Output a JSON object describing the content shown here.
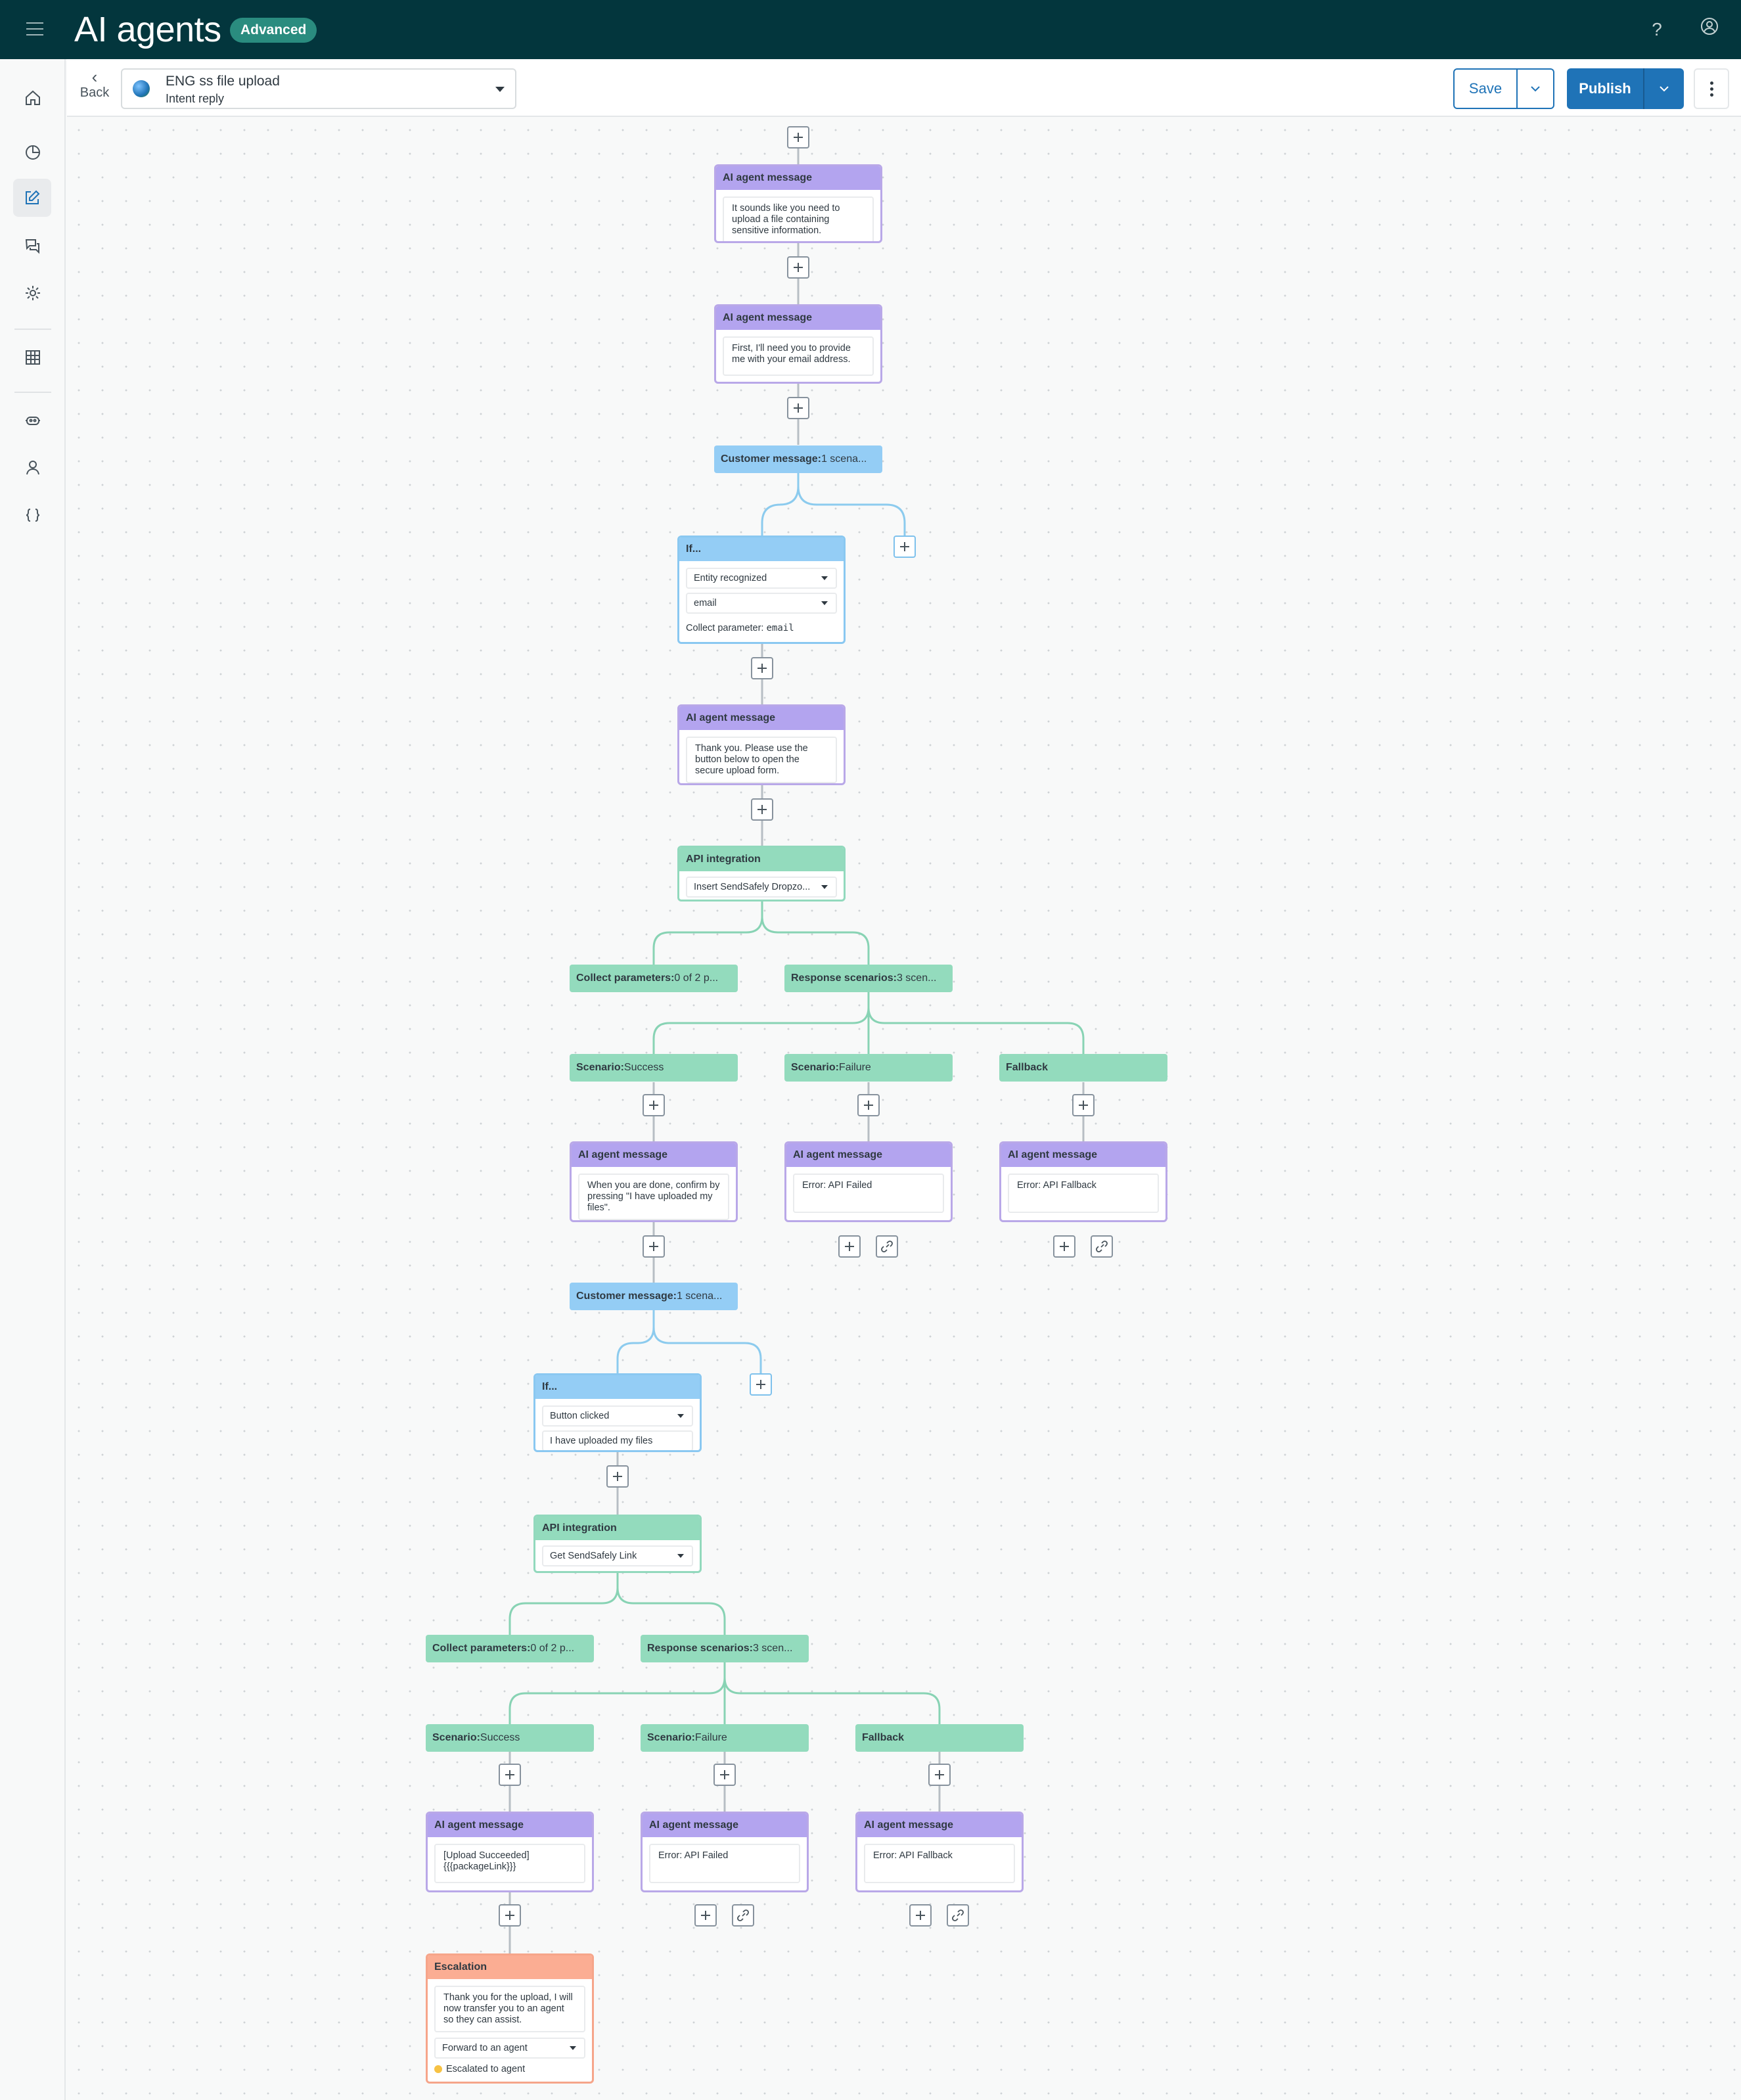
{
  "header": {
    "title": "AI agents",
    "badge": "Advanced"
  },
  "icons": {
    "help": "help-icon",
    "profile": "user-profile-icon",
    "menu": "hamburger-menu-icon"
  },
  "sidebar": [
    "home-icon",
    "analytics-pie-icon",
    "edit-icon",
    "conversations-icon",
    "settings-gear-icon",
    "table-grid-icon",
    "bot-icon",
    "person-icon",
    "code-braces-icon"
  ],
  "toolbar": {
    "back_label": "Back",
    "intent_name": "ENG ss file upload",
    "intent_type": "Intent reply",
    "save_label": "Save",
    "publish_label": "Publish"
  },
  "colors": {
    "topbar": "#03363d",
    "accent": "#1f73b7",
    "ai_message": "#b3a4ef",
    "customer": "#94cdf5",
    "api": "#93dbbd",
    "escalation": "#fbad93"
  },
  "flow": {
    "msg1": {
      "title": "AI agent message",
      "text": "It sounds like you need to upload a file containing sensitive information."
    },
    "msg2": {
      "title": "AI agent message",
      "text": "First, I'll need you to provide me with your email address."
    },
    "cust1": {
      "title": "Customer message:",
      "value": "1 scena..."
    },
    "if1": {
      "title": "If...",
      "condition": "Entity recognized",
      "entity": "email",
      "collect_label": "Collect parameter:",
      "collect_value": "email"
    },
    "msg3": {
      "title": "AI agent message",
      "text": "Thank you. Please use the button below to open the secure upload form."
    },
    "api1": {
      "title": "API integration",
      "value": "Insert SendSafely Dropzo..."
    },
    "collect1": {
      "title": "Collect parameters:",
      "value": "0 of 2 p..."
    },
    "resp1": {
      "title": "Response scenarios:",
      "value": "3 scen..."
    },
    "succ1": {
      "title": "Scenario:",
      "value": "Success"
    },
    "fail1": {
      "title": "Scenario:",
      "value": "Failure"
    },
    "fb1": {
      "title": "Fallback"
    },
    "msg4": {
      "title": "AI agent message",
      "text": "When you are done, confirm by pressing \"I have uploaded my files\"."
    },
    "msg5": {
      "title": "AI agent message",
      "text": "Error: API Failed"
    },
    "msg6": {
      "title": "AI agent message",
      "text": "Error: API Fallback"
    },
    "cust2": {
      "title": "Customer message:",
      "value": "1 scena..."
    },
    "if2": {
      "title": "If...",
      "condition": "Button clicked",
      "button_text": "I have uploaded my files"
    },
    "api2": {
      "title": "API integration",
      "value": "Get SendSafely Link"
    },
    "collect2": {
      "title": "Collect parameters:",
      "value": "0 of 2 p..."
    },
    "resp2": {
      "title": "Response scenarios:",
      "value": "3 scen..."
    },
    "succ2": {
      "title": "Scenario:",
      "value": "Success"
    },
    "fail2": {
      "title": "Scenario:",
      "value": "Failure"
    },
    "fb2": {
      "title": "Fallback"
    },
    "msg7": {
      "title": "AI agent message",
      "text": "[Upload Succeeded] {{{packageLink}}}"
    },
    "msg8": {
      "title": "AI agent message",
      "text": "Error: API Failed"
    },
    "msg9": {
      "title": "AI agent message",
      "text": "Error: API Fallback"
    },
    "esc": {
      "title": "Escalation",
      "text": "Thank you for the upload, I will now transfer you to an agent so they can assist.",
      "action": "Forward to an agent",
      "status": "Escalated to agent"
    }
  }
}
